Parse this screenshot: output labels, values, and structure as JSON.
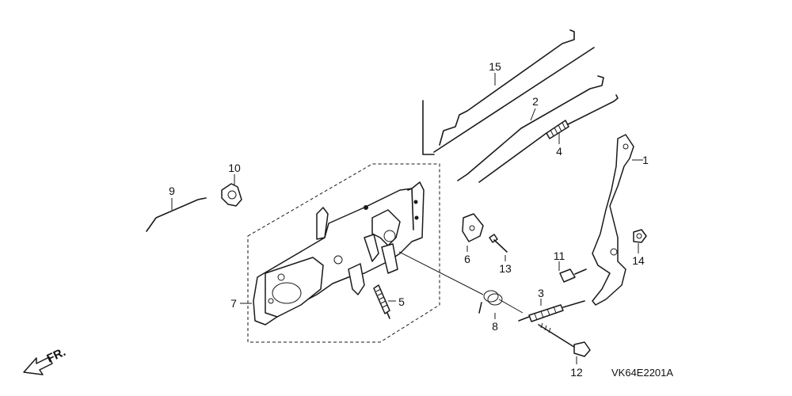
{
  "callouts": [
    {
      "num": "1"
    },
    {
      "num": "2"
    },
    {
      "num": "3"
    },
    {
      "num": "4"
    },
    {
      "num": "5"
    },
    {
      "num": "6"
    },
    {
      "num": "7"
    },
    {
      "num": "8"
    },
    {
      "num": "9"
    },
    {
      "num": "10"
    },
    {
      "num": "11"
    },
    {
      "num": "12"
    },
    {
      "num": "13"
    },
    {
      "num": "14"
    },
    {
      "num": "15"
    }
  ],
  "diagram_code": "VK64E2201A",
  "direction_label": "FR."
}
